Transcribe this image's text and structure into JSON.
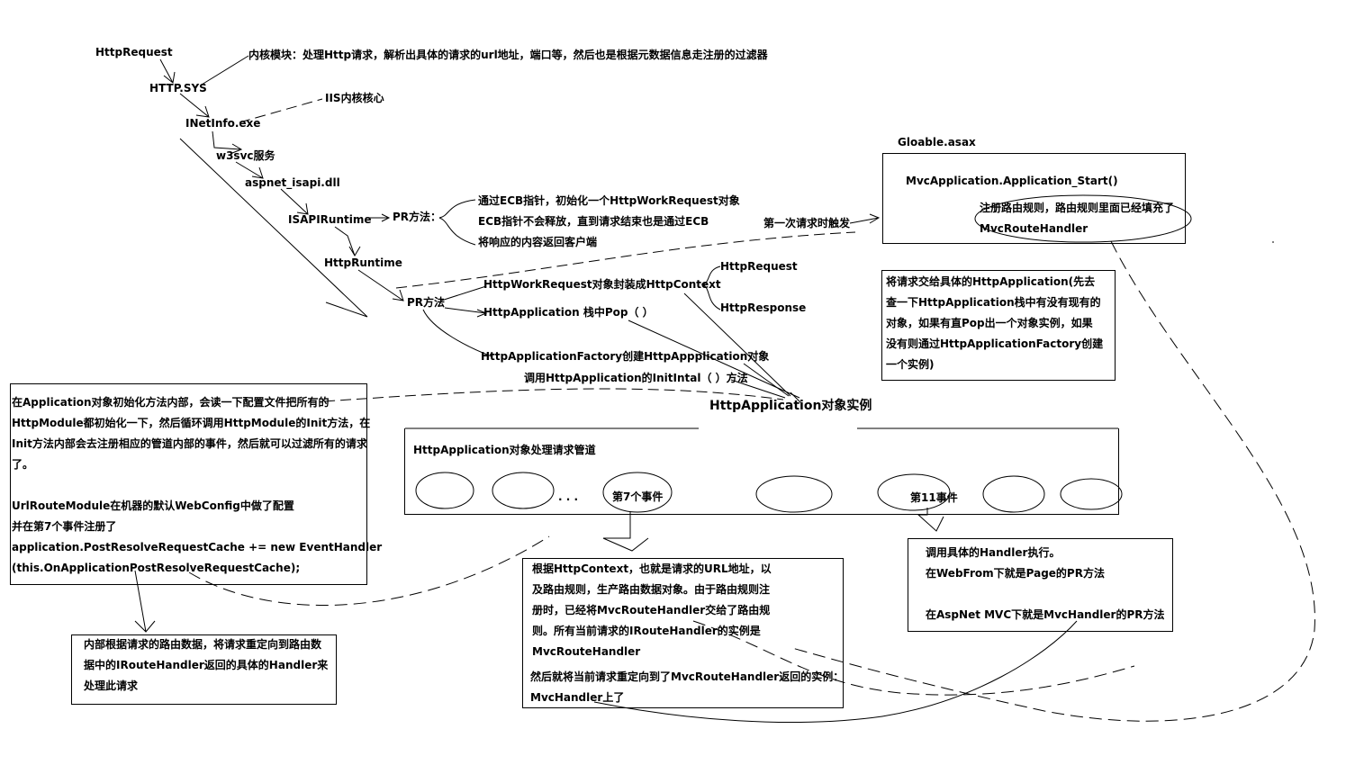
{
  "flow": {
    "http_request": "HttpRequest",
    "http_sys": "HTTP.SYS",
    "kernel_note": "内核模块：处理Http请求，解析出具体的请求的url地址，端口等，然后也是根据元数据信息走注册的过滤器",
    "inetinfo": "INetInfo.exe",
    "iis_core": "IIS内核核心",
    "w3svc": "w3svc服务",
    "aspnet_isapi": "aspnet_isapi.dll",
    "isapi_runtime": "ISAPIRuntime",
    "pr_method_1": "PR方法：",
    "ecb_lines": [
      "通过ECB指针，初始化一个HttpWorkRequest对象",
      "ECB指针不会释放，直到请求结束也是通过ECB",
      "将响应的内容返回客户端"
    ],
    "http_runtime": "HttpRuntime",
    "pr_method_2": "PR方法",
    "wrap_context": "HttpWorkRequest对象封装成HttpContext",
    "ctx_request": "HttpRequest",
    "ctx_response": "HttpResponse",
    "app_pop": "HttpApplication 栈中Pop（ ）",
    "app_factory": "HttpApplicationFactory创建HttpAppplication对象",
    "init_call": "调用HttpApplication的InitIntal（ ）方法",
    "first_request": "第一次请求时触发"
  },
  "globalasax": {
    "label": "Gloable.asax",
    "app_start": "MvcApplication.Application_Start()",
    "route_lines": [
      "注册路由规则，路由规则里面已经填充了",
      "MvcRouteHandler"
    ]
  },
  "app_note": {
    "lines": [
      "将请求交给具体的HttpApplication(先去",
      "查一下HttpApplication栈中有没有现有的",
      "对象，如果有直Pop出一个对象实例，如果",
      "没有则通过HttpApplicationFactory创建",
      "一个实例)"
    ]
  },
  "app_instance": "HttpApplication对象实例",
  "pipeline": {
    "title": "HttpApplication对象处理请求管道",
    "dots": ". . .",
    "event7": "第7个事件",
    "event11": "第11事件"
  },
  "module_note": {
    "lines": [
      "在Application对象初始化方法内部，会读一下配置文件把所有的",
      "HttpModule都初始化一下，然后循环调用HttpModule的Init方法，在",
      "Init方法内部会去注册相应的管道内部的事件，然后就可以过滤所有的请求",
      "了。",
      "",
      "UrlRouteModule在机器的默认WebConfig中做了配置",
      "并在第7个事件注册了",
      "application.PostResolveRequestCache += new EventHandler",
      "(this.OnApplicationPostResolveRequestCache);"
    ]
  },
  "redirect_note": {
    "lines": [
      "内部根据请求的路由数据，将请求重定向到路由数",
      "据中的IRouteHandler返回的具体的Handler来",
      "处理此请求"
    ]
  },
  "route_note": {
    "lines": [
      "根据HttpContext，也就是请求的URL地址，以",
      "及路由规则，生产路由数据对象。由于路由规则注",
      "册时，已经将MvcRouteHandler交给了路由规",
      "则。所有当前请求的IRouteHandler的实例是",
      "MvcRouteHandler",
      "然后就将当前请求重定向到了MvcRouteHandler返回的实例：",
      "MvcHandler上了"
    ]
  },
  "handler_note": {
    "lines": [
      "调用具体的Handler执行。",
      "在WebFrom下就是Page的PR方法",
      "",
      "在AspNet MVC下就是MvcHandler的PR方法"
    ]
  }
}
